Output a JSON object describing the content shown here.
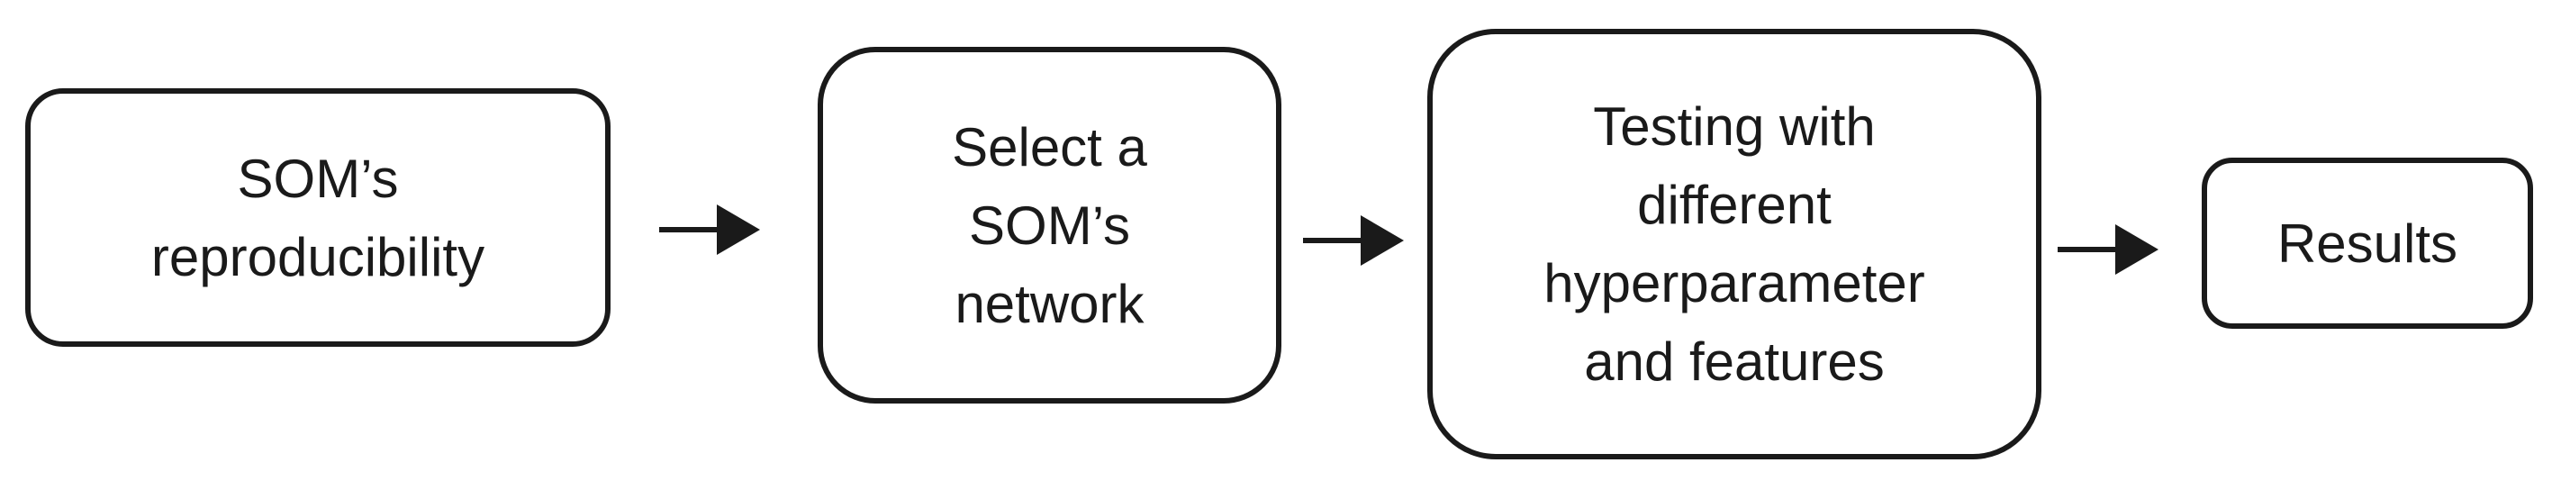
{
  "diagram": {
    "type": "flowchart",
    "direction": "left-to-right",
    "steps": [
      {
        "id": "soms-reproducibility",
        "label": "SOM’s\nreproducibility"
      },
      {
        "id": "select-soms-network",
        "label": "Select a\nSOM’s\nnetwork"
      },
      {
        "id": "testing-hyperparameter-features",
        "label": "Testing with\ndifferent\nhyperparameter\nand features"
      },
      {
        "id": "results",
        "label": "Results"
      }
    ],
    "connectors": [
      {
        "from": 0,
        "to": 1,
        "icon": "arrow-right"
      },
      {
        "from": 1,
        "to": 2,
        "icon": "arrow-right"
      },
      {
        "from": 2,
        "to": 3,
        "icon": "arrow-right"
      }
    ],
    "colors": {
      "border": "#1a1a1a",
      "text": "#1a1a1a",
      "background": "#ffffff"
    }
  }
}
